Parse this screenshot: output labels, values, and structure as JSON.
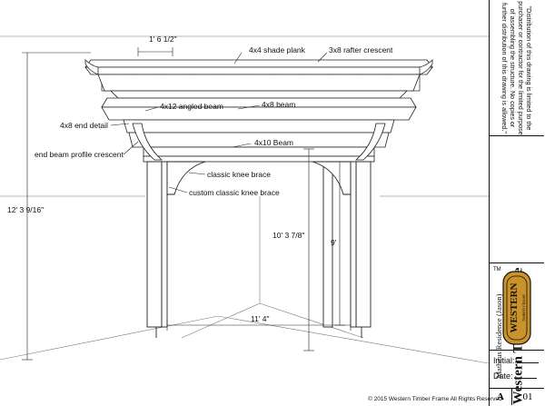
{
  "drawing": {
    "labels": {
      "shade_plank": "4x4 shade plank",
      "rafter": "3x8 rafter crescent",
      "angled_beam": "4x12 angled beam",
      "beam_4x8": "4x8 beam",
      "end_detail": "4x8 end detail",
      "end_beam_profile": "end beam profile crescent",
      "beam_4x10": "4x10 Beam",
      "knee_brace": "classic knee brace",
      "custom_knee_brace": "custom classic knee brace"
    },
    "dimensions": {
      "plank_spacing": "1' 6 1/2\"",
      "overall_height": "12' 3 9/16\"",
      "beam_height": "10' 3 7/8\"",
      "clear_height": "9'",
      "width": "11' 4\""
    }
  },
  "title_block": {
    "disclaimer": "\"Distribution of this drawing is limited to the purchaser or contractor for the limited purpose of assembling the structure. No copies or further distribution of this drawing is allowed.\"",
    "company": "Western Timber Frame",
    "client": "Matheus Residence (Jason)",
    "tm": "TM",
    "logo_text": "WESTERN",
    "logo_sub": "TIMBER FRAME",
    "initial_label": "Initial:",
    "date_label": "Date:",
    "sheet_letter": "A",
    "sheet_number": "01"
  },
  "footer": {
    "copyright": "© 2015 Western Timber Frame All Rights Reserved"
  }
}
